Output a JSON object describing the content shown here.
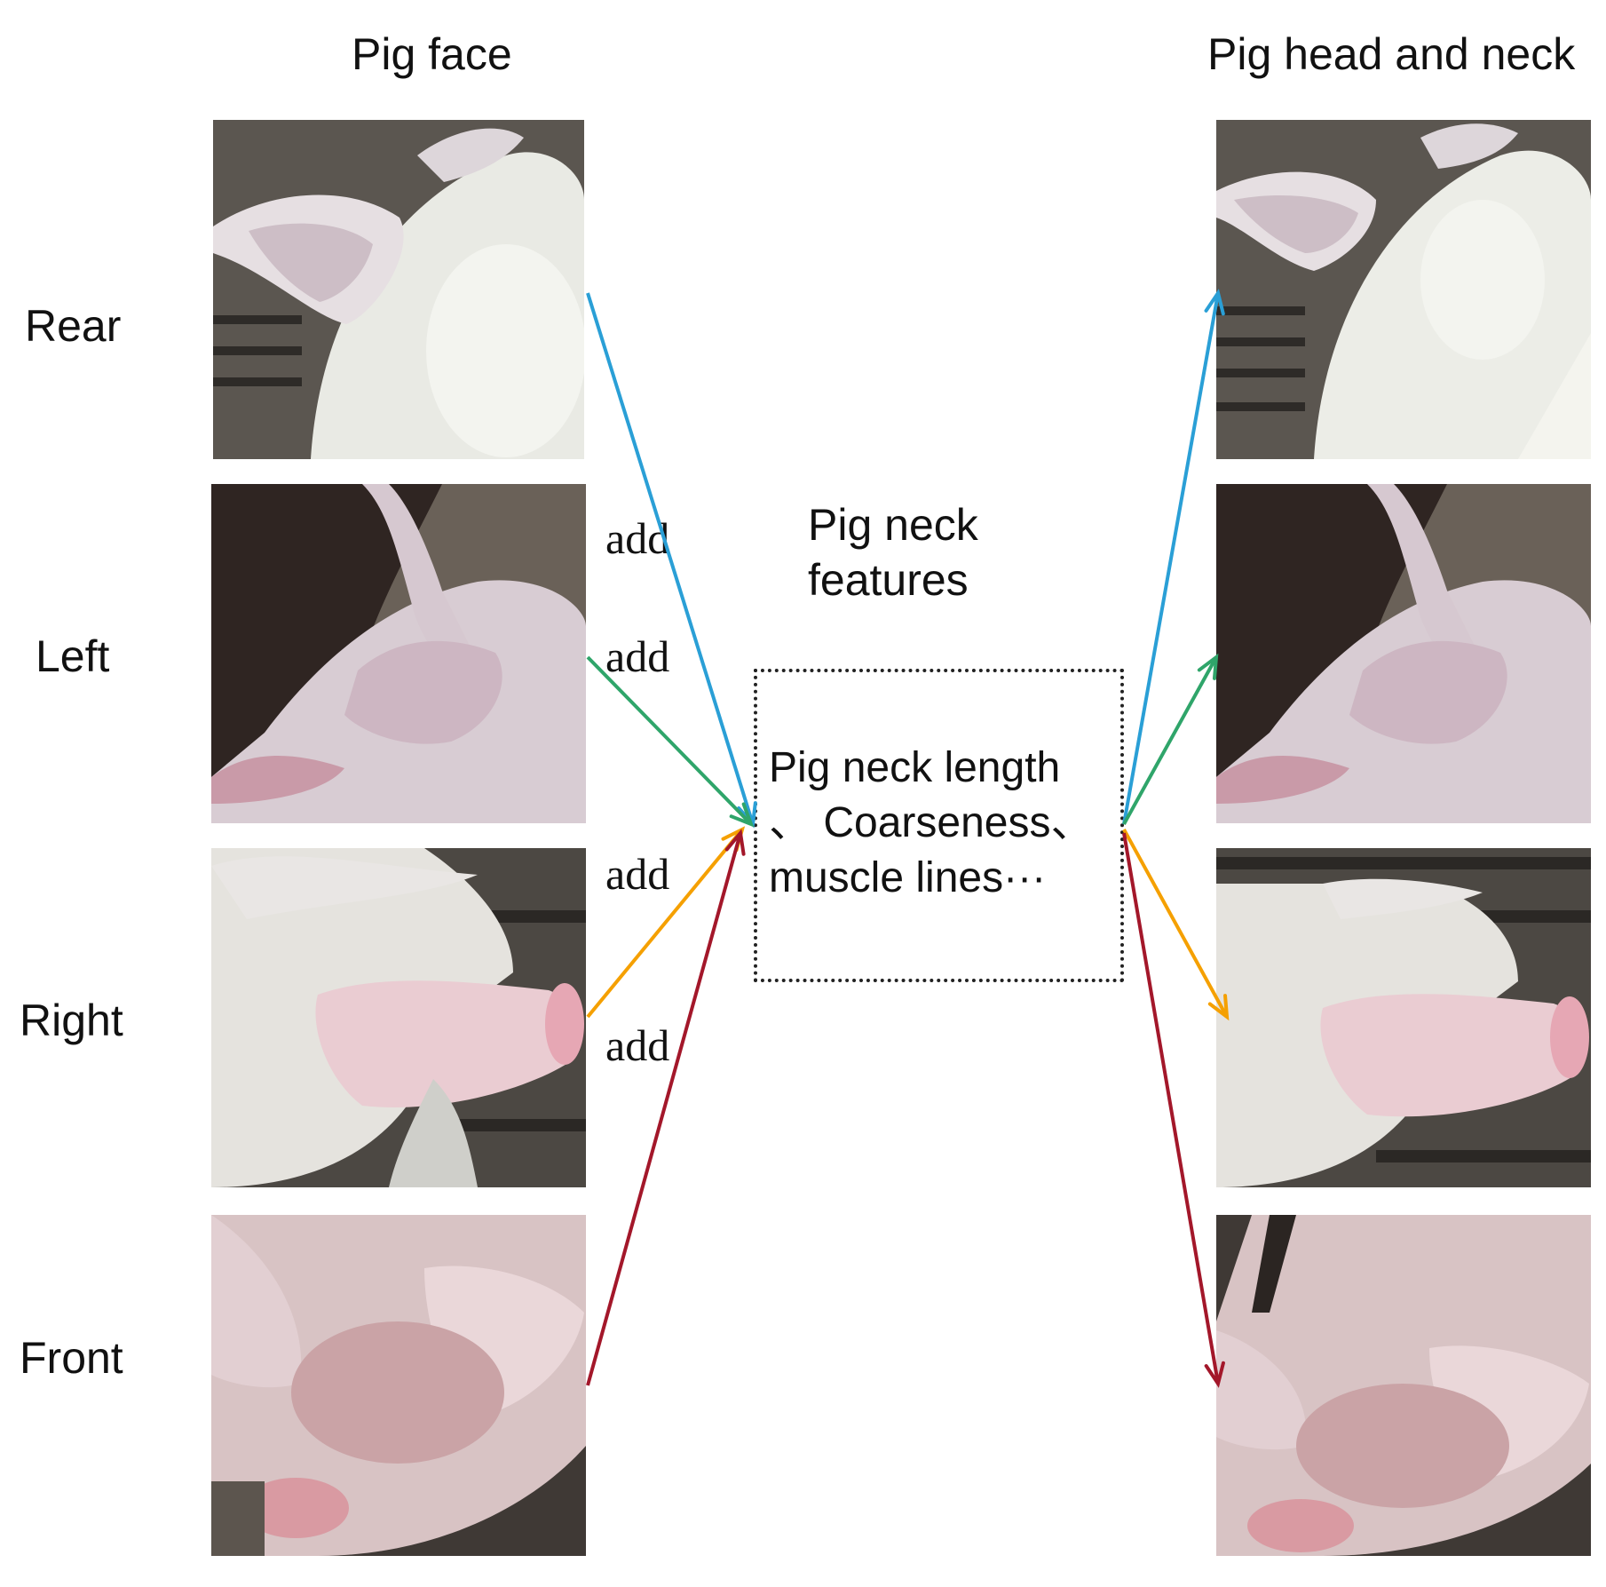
{
  "headers": {
    "left": "Pig face",
    "right": "Pig head and neck"
  },
  "row_labels": [
    "Rear",
    "Left",
    "Right",
    "Front"
  ],
  "add_labels": [
    "add",
    "add",
    "add",
    "add"
  ],
  "center": {
    "title_line1": "Pig neck",
    "title_line2": "features",
    "feature_line1": "Pig neck length",
    "feature_line2": "、 Coarseness、",
    "feature_line3": "muscle lines···"
  },
  "arrow_colors": {
    "rear": "#2a9fd6",
    "left": "#2fa56a",
    "right": "#f5a000",
    "front": "#a3172a"
  }
}
